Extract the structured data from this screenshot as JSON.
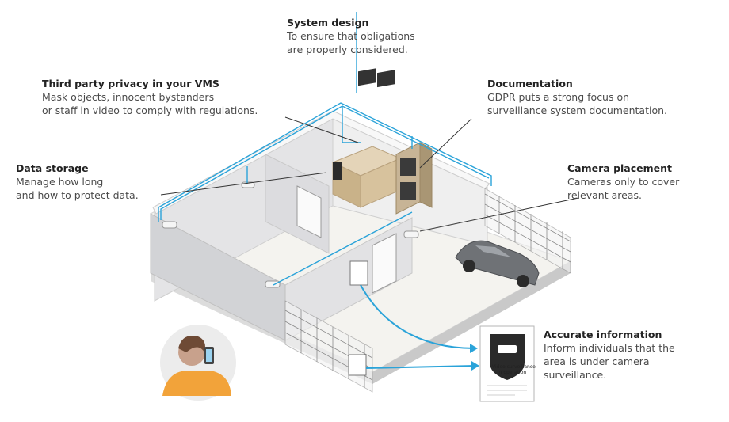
{
  "annotations": {
    "system_design": {
      "title": "System design",
      "desc": "To ensure that obligations\nare properly considered."
    },
    "third_party": {
      "title": "Third party privacy in your VMS",
      "desc": "Mask objects, innocent bystanders\nor staff in video to comply with regulations."
    },
    "documentation": {
      "title": "Documentation",
      "desc": "GDPR puts a strong focus on\nsurveillance system documentation."
    },
    "data_storage": {
      "title": "Data storage",
      "desc": "Manage how long\nand how to protect data."
    },
    "camera_placement": {
      "title": "Camera placement",
      "desc": "Cameras only to cover\nrelevant areas."
    },
    "accurate_info": {
      "title": "Accurate information",
      "desc": "Inform individuals that the\narea is under camera\nsurveillance."
    }
  },
  "sign": {
    "line1": "Video surveillance",
    "line2": "in operation"
  },
  "colors": {
    "cable": "#2aa3d9",
    "wall": "#e9e9eb",
    "wall_side": "#cfd0d3",
    "floor": "#f4f3ef",
    "accent_person": "#f2a33a",
    "text": "#4a4a4a"
  }
}
